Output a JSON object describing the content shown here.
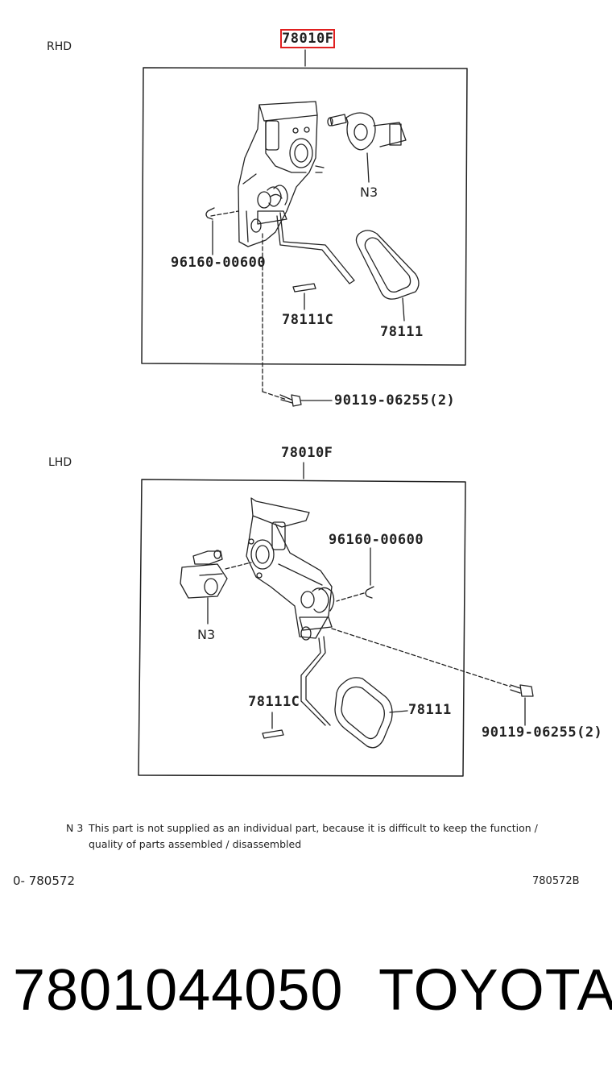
{
  "diagram": {
    "rhd": {
      "side_label": "RHD",
      "assembly_part": "78010F",
      "labels": {
        "sensor": "N3",
        "clip": "96160-00600",
        "pin": "78111C",
        "pad": "78111",
        "bolt": "90119-06255(2)"
      }
    },
    "lhd": {
      "side_label": "LHD",
      "assembly_part": "78010F",
      "labels": {
        "clip": "96160-00600",
        "sensor": "N3",
        "pin": "78111C",
        "pad": "78111",
        "bolt": "90119-06255(2)"
      }
    },
    "note": {
      "code": "N 3",
      "line1": "This part is not supplied as an individual part, because it is difficult to keep the function /",
      "line2": "quality of parts assembled / disassembled"
    },
    "footer": {
      "ref_left": "0- 780572",
      "ref_right": "780572B"
    }
  },
  "caption": {
    "part_number": "7801044050",
    "brand": "TOYOTA"
  },
  "colors": {
    "line": "#222222",
    "highlight": "#e02020"
  }
}
